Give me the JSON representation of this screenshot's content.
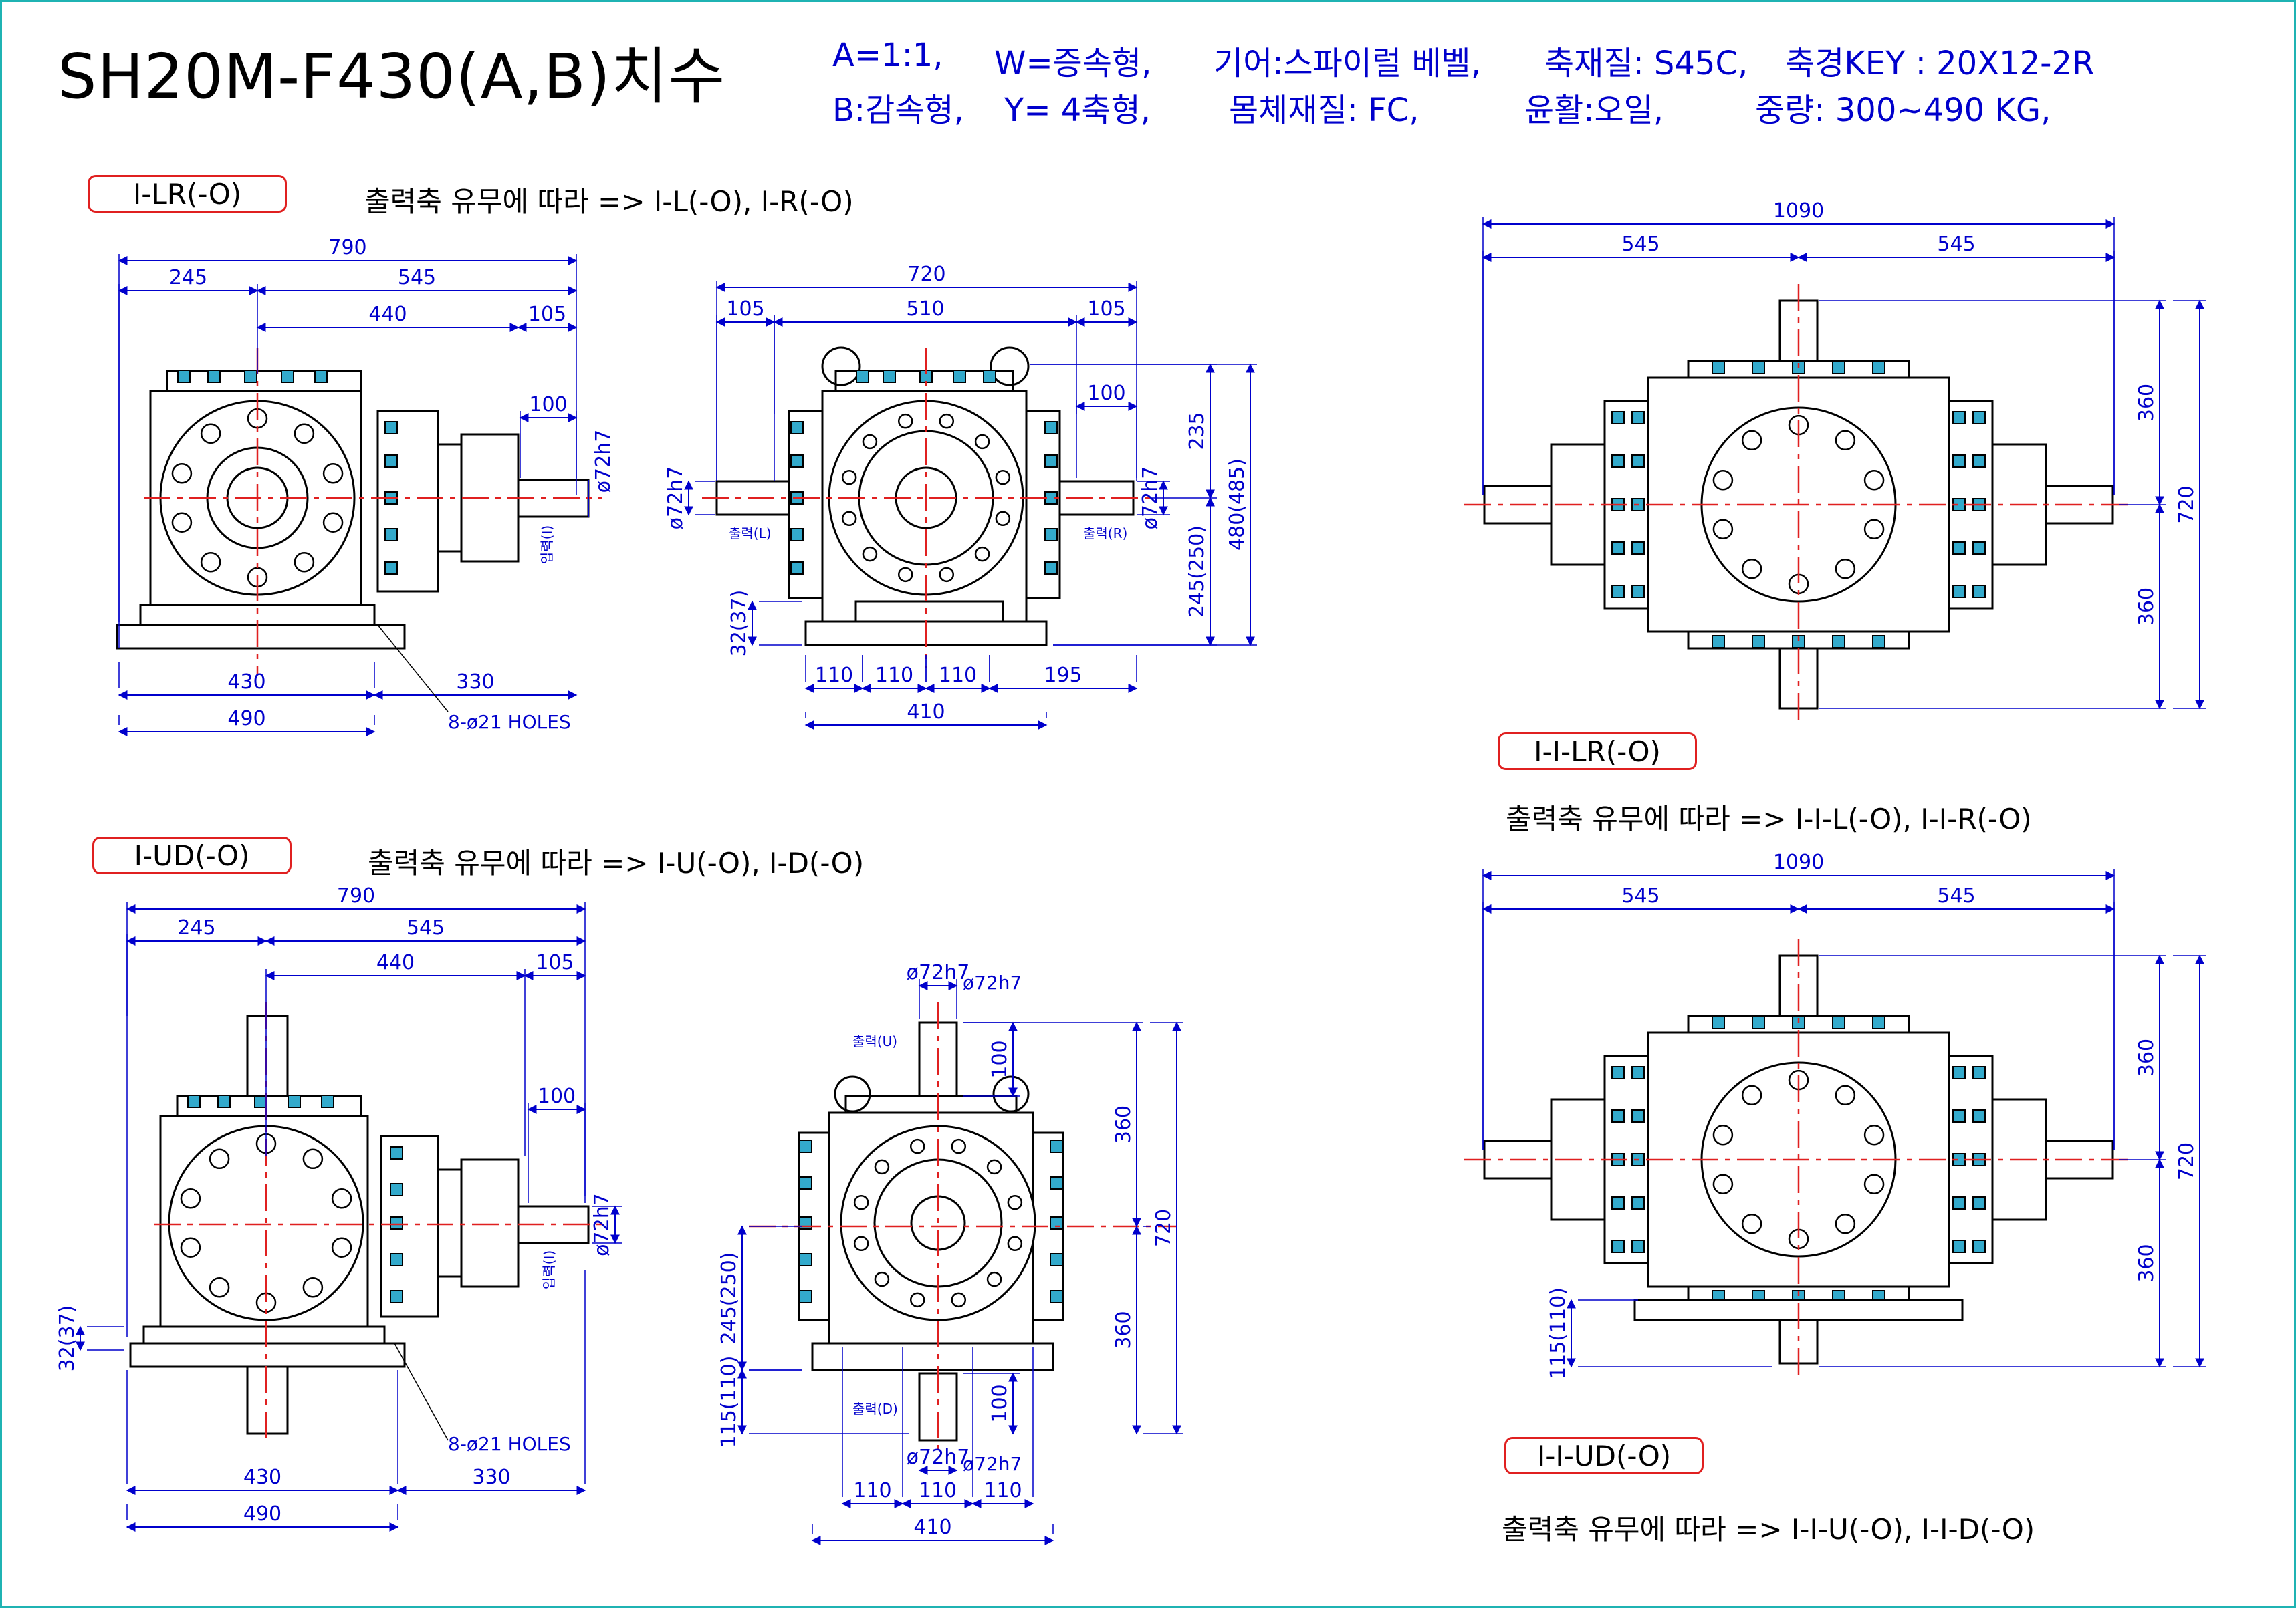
{
  "title": "SH20M-F430(A,B)치수",
  "specs": {
    "line1": [
      "A=1:1,",
      "W=증속형,",
      "기어:스파이럴 베벨,",
      "축재질: S45C,",
      "축경KEY : 20X12-2R"
    ],
    "line2": [
      "B:감속형,",
      "Y= 4축형,",
      "몸체재질: FC,",
      "윤활:오일,",
      "중량: 300~490 KG,"
    ]
  },
  "views": {
    "lr": {
      "label": "I-LR(-O)",
      "note": "출력축 유무에 따라 => I-L(-O), I-R(-O)",
      "dims": {
        "total": "790",
        "left": "245",
        "right": "545",
        "mid": "440",
        "shaft": "105",
        "key": "100",
        "dia": "ø72h7",
        "base1": "430",
        "base2": "330",
        "baseTotal": "490",
        "holes": "8-ø21 HOLES",
        "shaftLabel": "입력(I)"
      }
    },
    "lrFront": {
      "dims": {
        "total": "720",
        "left": "105",
        "mid": "510",
        "right": "105",
        "key": "100",
        "diaL": "ø72h7",
        "diaR": "ø72h7",
        "h1": "235",
        "h2": "480(485)",
        "h3": "245(250)",
        "h4": "32(37)",
        "b1": "110",
        "b2": "110",
        "b3": "110",
        "b4": "195",
        "bt": "410",
        "outL": "출력(L)",
        "outR": "출력(R)"
      }
    },
    "ilr": {
      "label": "I-I-LR(-O)",
      "note": "출력축 유무에 따라 => I-I-L(-O), I-I-R(-O)",
      "dims": {
        "total": "1090",
        "left": "545",
        "right": "545",
        "top": "360",
        "bottom": "360",
        "height": "720"
      }
    },
    "ud": {
      "label": "I-UD(-O)",
      "note": "출력축 유무에 따라 => I-U(-O), I-D(-O)",
      "dims": {
        "total": "790",
        "left": "245",
        "right": "545",
        "mid": "440",
        "shaft": "105",
        "key": "100",
        "dia": "ø72h7",
        "base1": "430",
        "base2": "330",
        "baseTotal": "490",
        "holes": "8-ø21 HOLES",
        "h": "32(37)",
        "shaftLabel": "입력(I)"
      }
    },
    "udFront": {
      "dims": {
        "diaU": "ø72h7",
        "diaD": "ø72h7",
        "kU": "100",
        "kD": "100",
        "h1": "360",
        "h2": "360",
        "ht": "720",
        "hL": "245(250)",
        "hB": "115(110)",
        "b1": "110",
        "b2": "110",
        "b3": "110",
        "bt": "410",
        "outU": "출력(U)",
        "outD": "출력(D)"
      }
    },
    "iud": {
      "label": "I-I-UD(-O)",
      "note": "출력축 유무에 따라 => I-I-U(-O), I-I-D(-O)",
      "dims": {
        "total": "1090",
        "left": "545",
        "right": "545",
        "top": "360",
        "bottom": "360",
        "height": "720",
        "hB": "115(110)"
      }
    }
  },
  "colors": {
    "dimension": "#0000cc",
    "centerline": "#e02020",
    "frame": "#1fb3b3",
    "bolt": "#33aacc",
    "outline": "#000000"
  }
}
